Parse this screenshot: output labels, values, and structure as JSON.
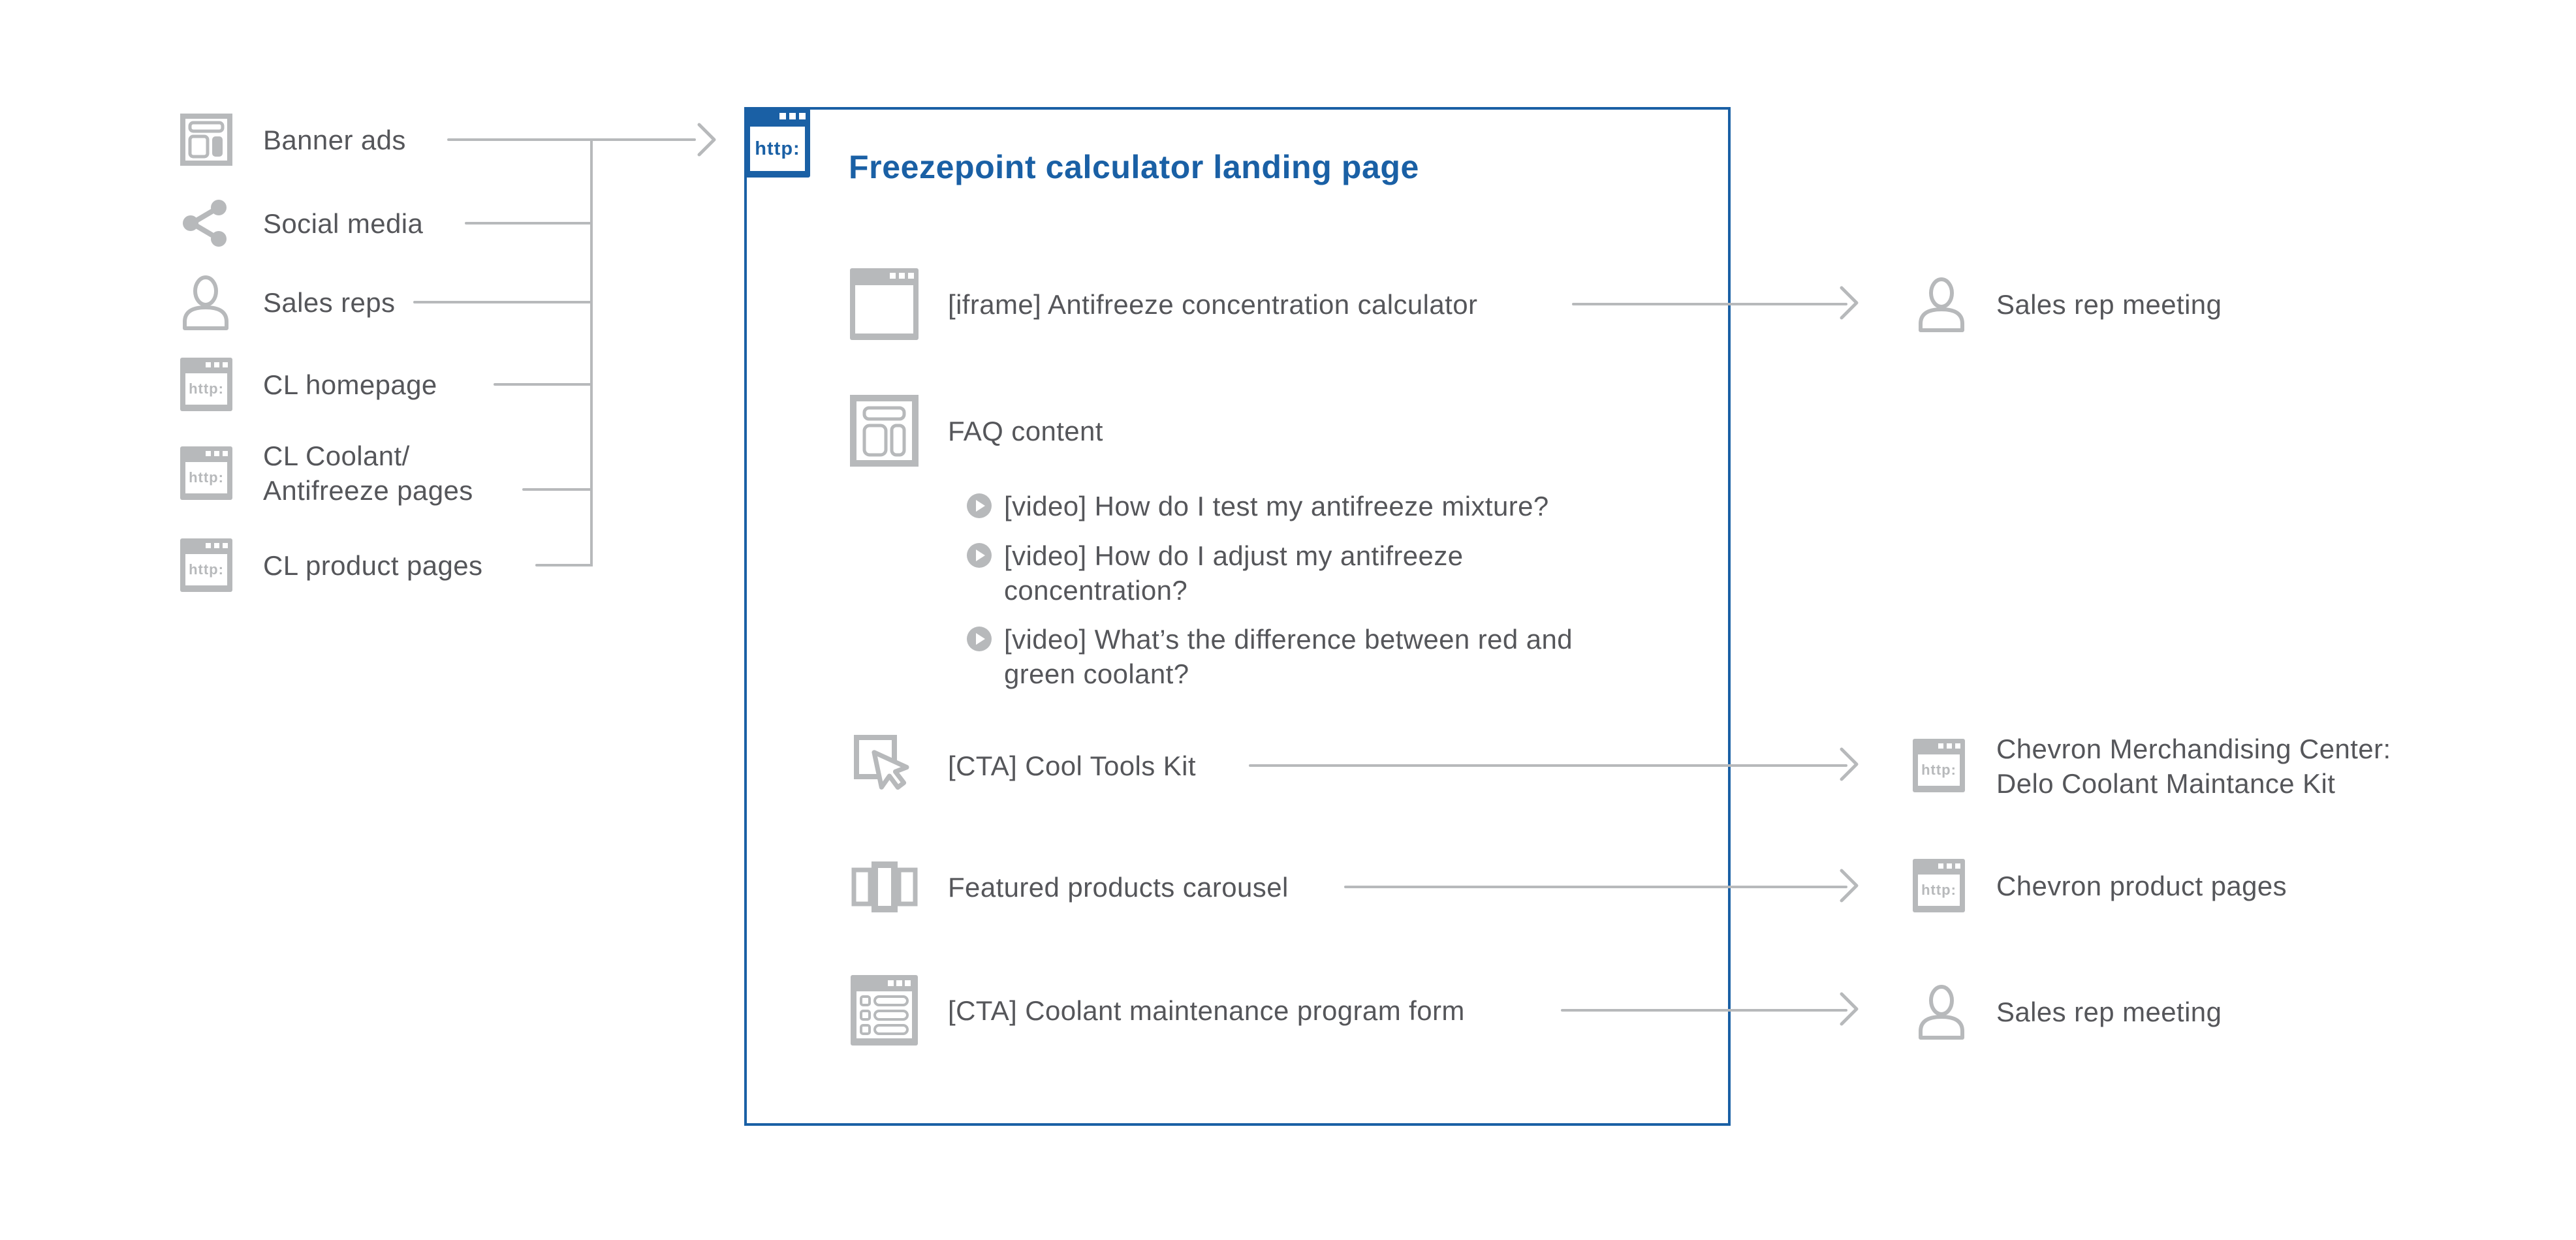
{
  "palette": {
    "blue": "#1a60a5",
    "gray": "#b7b9bb",
    "text": "#55565a"
  },
  "icon_text": {
    "browser": "http:",
    "code": "</>"
  },
  "sources": [
    {
      "label": "Banner ads",
      "icon": "banner-ad-icon"
    },
    {
      "label": "Social media",
      "icon": "share-icon"
    },
    {
      "label": "Sales reps",
      "icon": "person-icon"
    },
    {
      "label": "CL homepage",
      "icon": "browser-icon"
    },
    {
      "label": "CL Coolant/\nAntifreeze pages",
      "icon": "browser-icon"
    },
    {
      "label": "CL product pages",
      "icon": "browser-icon"
    }
  ],
  "landing_page": {
    "title": "Freezepoint calculator landing page",
    "icon": "browser-http-blue-icon",
    "video_icon": "play-icon",
    "features": [
      {
        "label": "[iframe] Antifreeze concentration calculator",
        "icon": "code-window-icon"
      },
      {
        "label": "FAQ content",
        "icon": "layout-window-icon",
        "videos": [
          "[video] How do I test my antifreeze mixture?",
          "[video] How do I adjust my antifreeze\nconcentration?",
          "[video] What’s the difference between red and\ngreen coolant?"
        ]
      },
      {
        "label": "[CTA] Cool Tools Kit",
        "icon": "cursor-click-icon"
      },
      {
        "label": "Featured products carousel",
        "icon": "carousel-icon"
      },
      {
        "label": "[CTA] Coolant maintenance program form",
        "icon": "form-window-icon"
      }
    ]
  },
  "outcomes": [
    {
      "label": "Sales rep meeting",
      "icon": "person-icon"
    },
    {
      "label": "Chevron Merchandising Center:\nDelo Coolant Maintance Kit",
      "icon": "browser-icon"
    },
    {
      "label": "Chevron product pages",
      "icon": "browser-icon"
    },
    {
      "label": "Sales rep meeting",
      "icon": "person-icon"
    }
  ]
}
